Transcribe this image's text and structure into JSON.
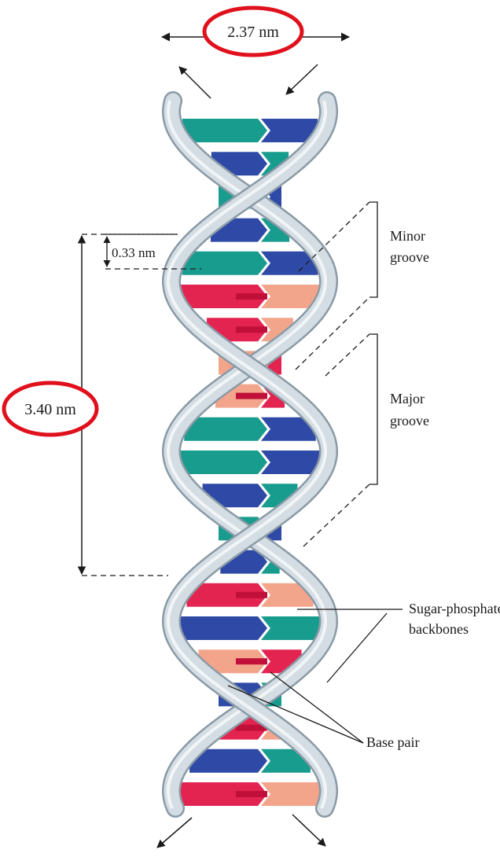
{
  "labels": {
    "width_measure": "2.37 nm",
    "pitch_measure": "3.40 nm",
    "rise_measure": "0.33 nm",
    "minor_groove_line1": "Minor",
    "minor_groove_line2": "groove",
    "major_groove_line1": "Major",
    "major_groove_line2": "groove",
    "backbone_line1": "Sugar-phosphate",
    "backbone_line2": "backbones",
    "base_pair": "Base pair"
  },
  "colors": {
    "backbone_fill": "#d3dde3",
    "backbone_edge": "#8a9aa6",
    "teal": "#189c8e",
    "blue": "#2e4aa6",
    "red": "#e32450",
    "salmon": "#f3a58c",
    "highlight_circle": "#e0101c",
    "line": "#1a1a1a"
  },
  "base_pairs": [
    {
      "left": "teal",
      "right": "blue"
    },
    {
      "left": "blue",
      "right": "teal"
    },
    {
      "left": "teal",
      "right": "blue"
    },
    {
      "left": "blue",
      "right": "teal"
    },
    {
      "left": "teal",
      "right": "blue"
    },
    {
      "left": "red",
      "right": "salmon"
    },
    {
      "left": "red",
      "right": "salmon"
    },
    {
      "left": "salmon",
      "right": "red"
    },
    {
      "left": "salmon",
      "right": "red"
    },
    {
      "left": "teal",
      "right": "blue"
    },
    {
      "left": "teal",
      "right": "blue"
    },
    {
      "left": "blue",
      "right": "teal"
    },
    {
      "left": "teal",
      "right": "blue"
    },
    {
      "left": "blue",
      "right": "teal"
    },
    {
      "left": "red",
      "right": "salmon"
    },
    {
      "left": "blue",
      "right": "teal"
    },
    {
      "left": "salmon",
      "right": "red"
    },
    {
      "left": "blue",
      "right": "teal"
    },
    {
      "left": "red",
      "right": "salmon"
    },
    {
      "left": "blue",
      "right": "teal"
    },
    {
      "left": "red",
      "right": "salmon"
    }
  ]
}
